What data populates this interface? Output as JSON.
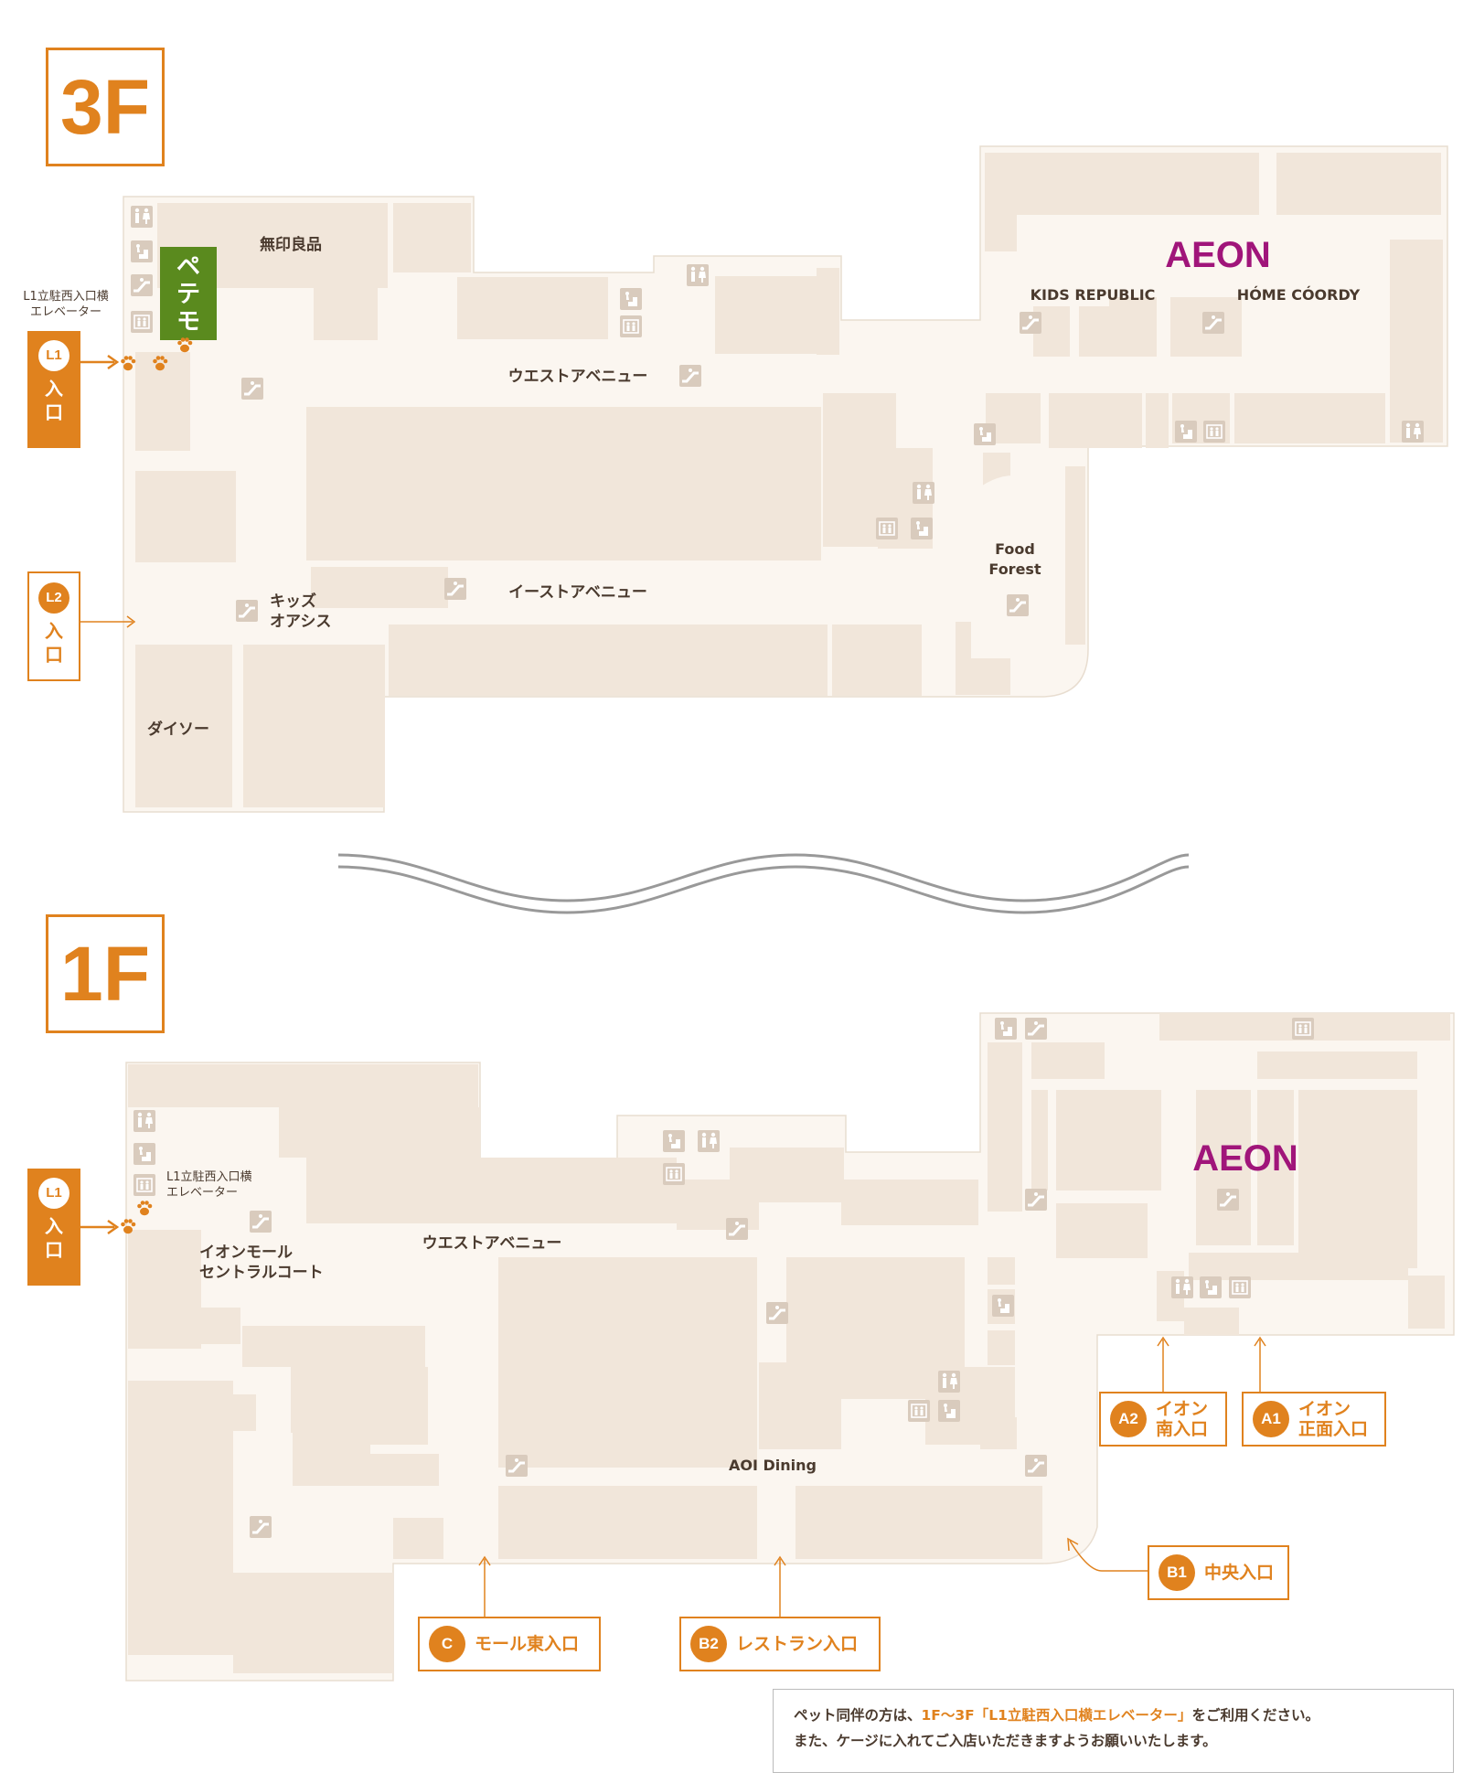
{
  "colors": {
    "accent": "#e0821e",
    "floor_fill": "#fbf6f0",
    "shop_fill": "#f1e6da",
    "label_text": "#4a3a2e",
    "aeon_brand": "#a0157a",
    "petemo_green": "#5a8a1e",
    "paw": "#e0821e"
  },
  "floor_3f": {
    "badge": "3F",
    "petemo": "ペテモ",
    "elevator_note": "L1立駐西入口横\nエレベーター",
    "labels": {
      "muji": "無印良品",
      "west_avenue": "ウエストアベニュー",
      "east_avenue": "イーストアベニュー",
      "kids_oasis": "キッズ\nオアシス",
      "daiso": "ダイソー",
      "food_forest": "Food\nForest",
      "aeon": "AEON",
      "kids_republic": "KIDS REPUBLIC",
      "home_coordy": "HÓME CÓORDY"
    },
    "entrances": [
      {
        "code": "L1",
        "text": "入\n口",
        "style": "filled"
      },
      {
        "code": "L2",
        "text": "入\n口",
        "style": "outline"
      }
    ]
  },
  "floor_1f": {
    "badge": "1F",
    "elevator_note": "L1立駐西入口横\nエレベーター",
    "labels": {
      "west_avenue": "ウエストアベニュー",
      "central_court": "イオンモール\nセントラルコート",
      "aoi_dining": "AOI Dining",
      "aeon": "AEON"
    },
    "entrances": [
      {
        "code": "L1",
        "text": "入\n口",
        "style": "filled"
      }
    ],
    "gates": [
      {
        "code": "A2",
        "name": "イオン\n南入口"
      },
      {
        "code": "A1",
        "name": "イオン\n正面入口"
      },
      {
        "code": "B1",
        "name": "中央入口"
      },
      {
        "code": "C",
        "name": "モール東入口"
      },
      {
        "code": "B2",
        "name": "レストラン入口"
      }
    ]
  },
  "note": {
    "line1_a": "ペット同伴の方は、",
    "line1_highlight": "1F～3F「L1立駐西入口横エレベーター」",
    "line1_b": "をご利用ください。",
    "line2": "また、ケージに入れてご入店いただきますようお願いいたします。"
  },
  "icon_legend": {
    "restroom": "restroom-icon",
    "escalator": "escalator-icon",
    "stairs": "stairs-icon",
    "elevator": "elevator-icon",
    "paw": "paw-icon"
  }
}
